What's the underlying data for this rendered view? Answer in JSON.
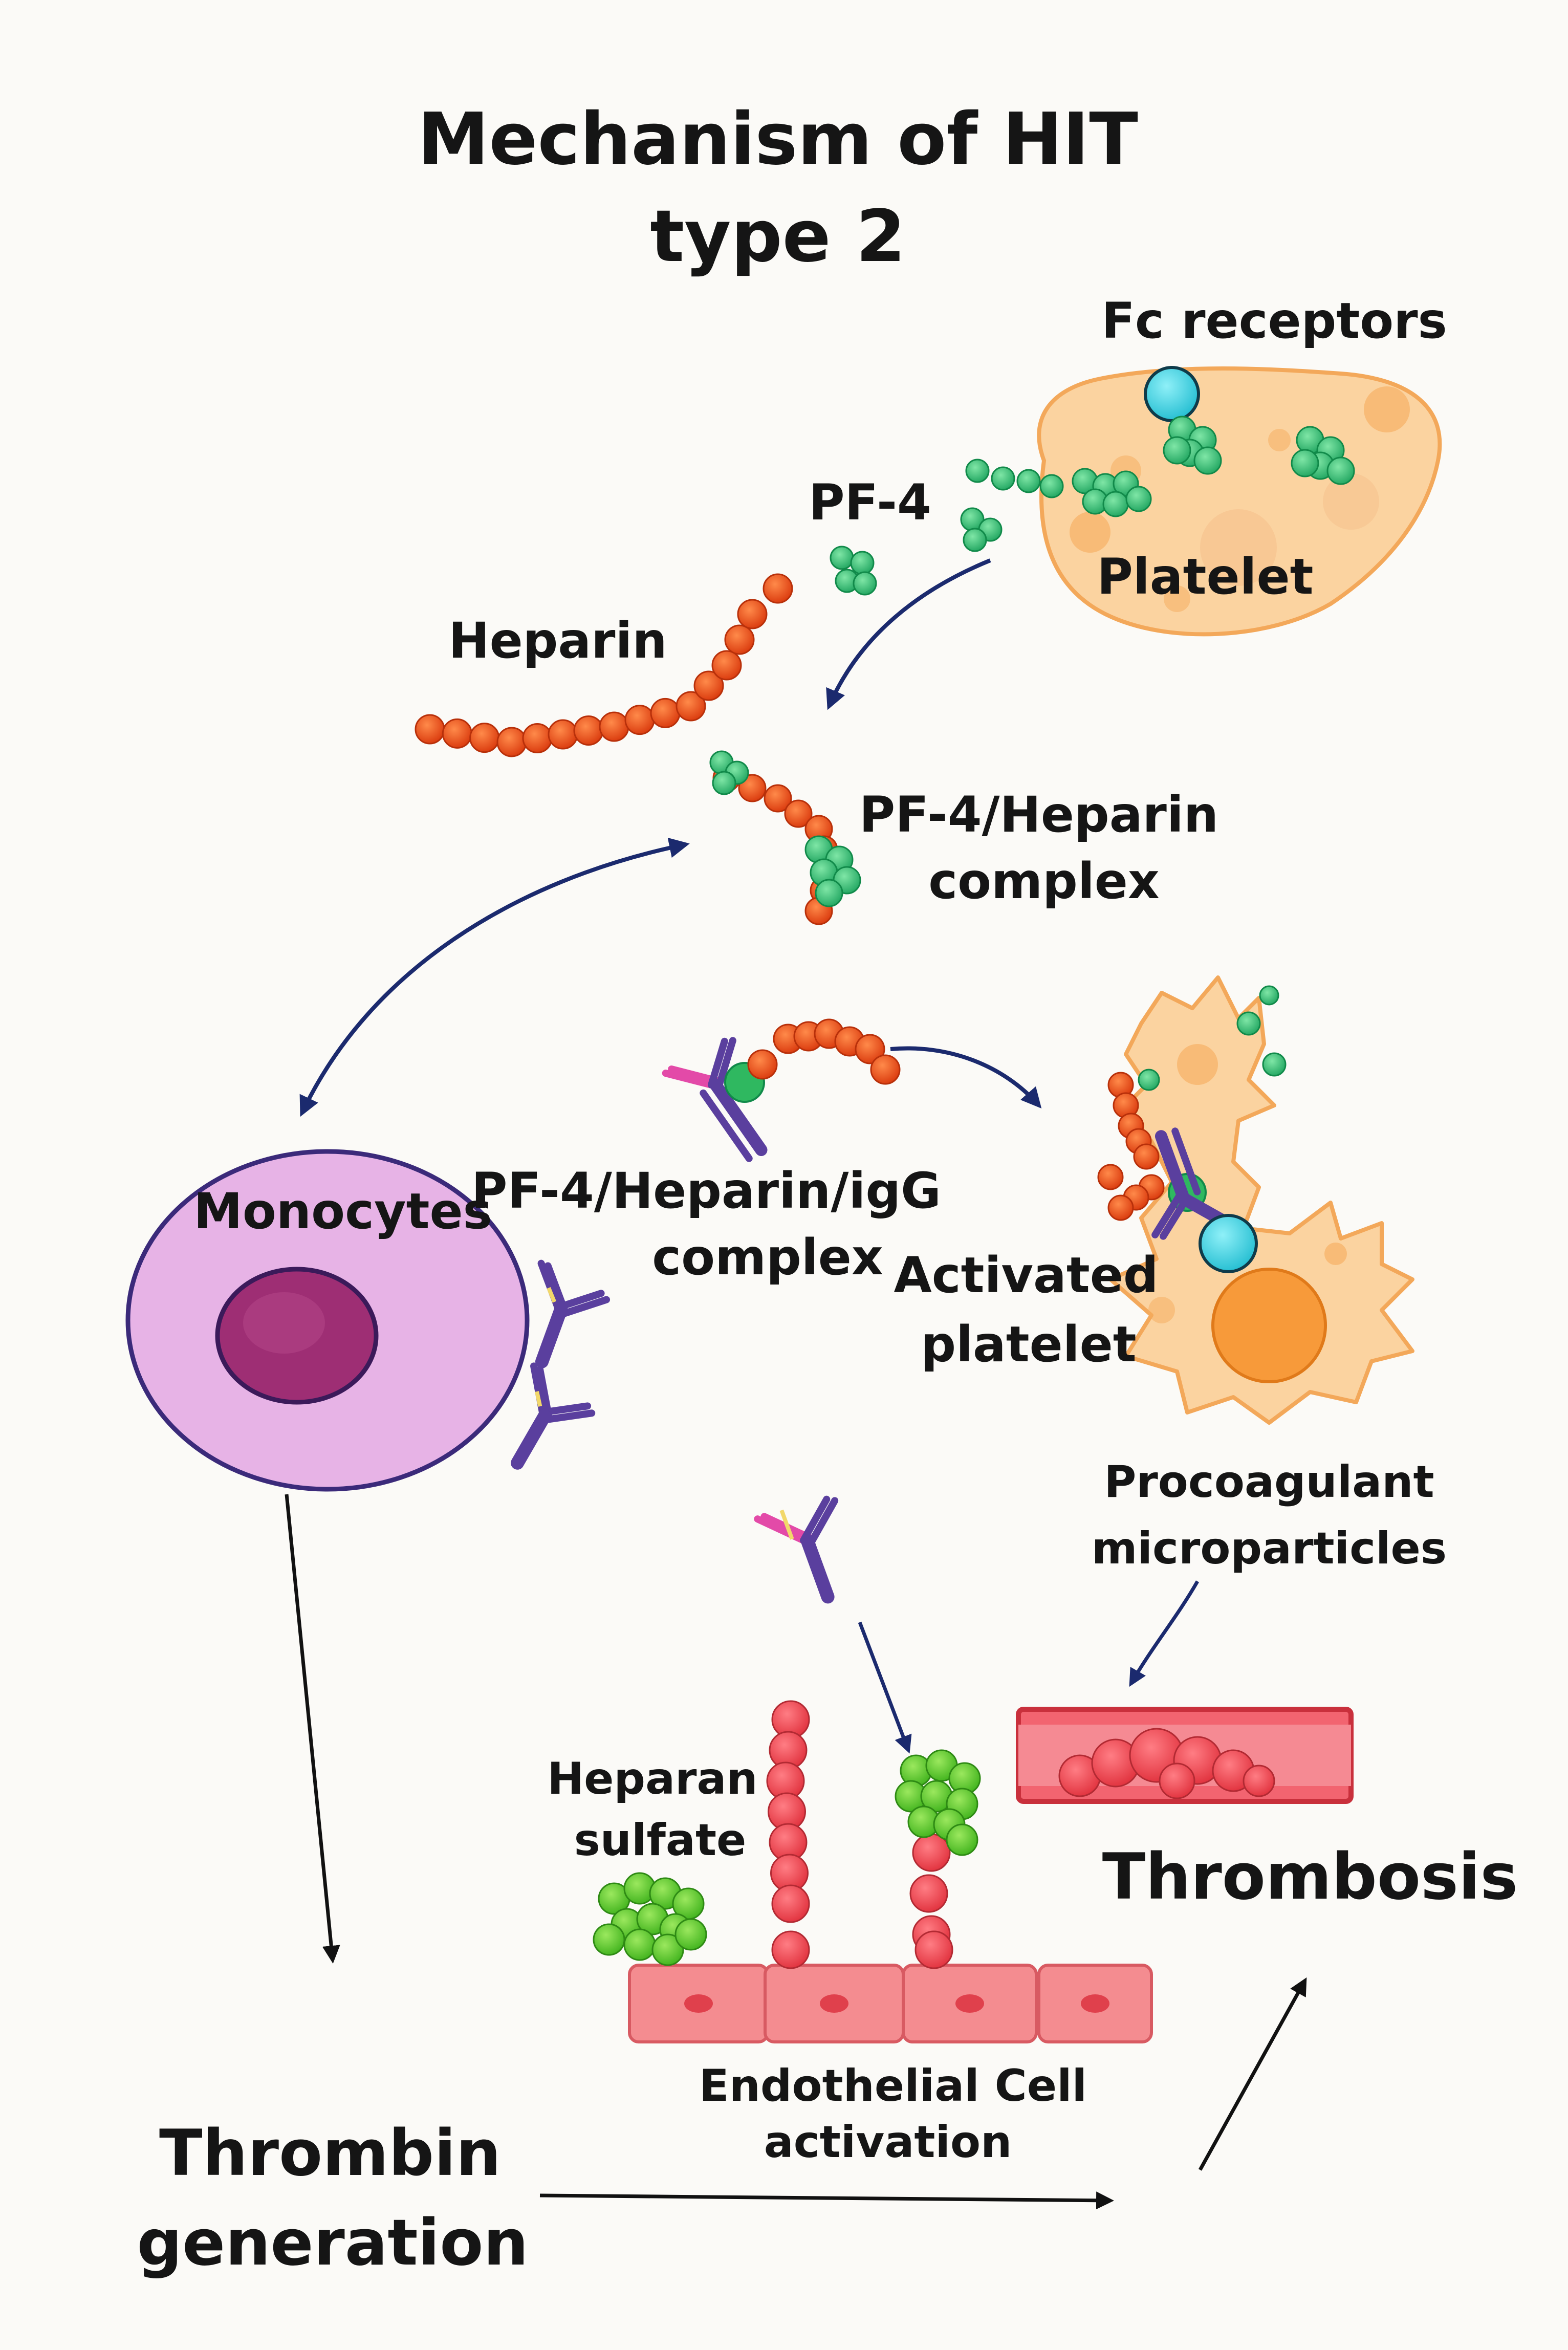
{
  "title": {
    "line1": "Mechanism of HIT",
    "line2": "type 2"
  },
  "labels": {
    "fc_receptors": "Fc receptors",
    "pf4": "PF-4",
    "platelet": "Platelet",
    "heparin": "Heparin",
    "pf4_heparin_complex_1": "PF-4/Heparin",
    "pf4_heparin_complex_2": "complex",
    "monocytes": "Monocytes",
    "pf4_heparin_igg_1": "PF-4/Heparin/igG",
    "pf4_heparin_igg_2": "complex",
    "activated_platelet_1": "Activated",
    "activated_platelet_2": "platelet",
    "procoagulant_1": "Procoagulant",
    "procoagulant_2": "microparticles",
    "heparan_sulfate_1": "Heparan",
    "heparan_sulfate_2": "sulfate",
    "thrombosis": "Thrombosis",
    "endothelial_1": "Endothelial Cell",
    "endothelial_2": "activation",
    "thrombin_1": "Thrombin",
    "thrombin_2": "generation"
  },
  "colors": {
    "heparin": "#f0511c",
    "pf4": "#2fc27a",
    "platelet": "#fbd3a0",
    "platelet_border": "#f3a85a",
    "fc_receptor": "#3fd5e5",
    "monocyte": "#e7b3e6",
    "monocyte_border": "#3b2a7a",
    "nucleus": "#9e2e74",
    "igg": "#5a3f9e",
    "igg_highlight": "#e34aa8",
    "endothelium": "#f27a80",
    "heparan_sulfate": "#f04650",
    "pf4_cluster_green": "#5cd12f",
    "arrow": "#1b2a6e"
  },
  "icons": [
    "arrow-icon",
    "antibody-icon",
    "cell-icon",
    "bead-chain-icon"
  ]
}
